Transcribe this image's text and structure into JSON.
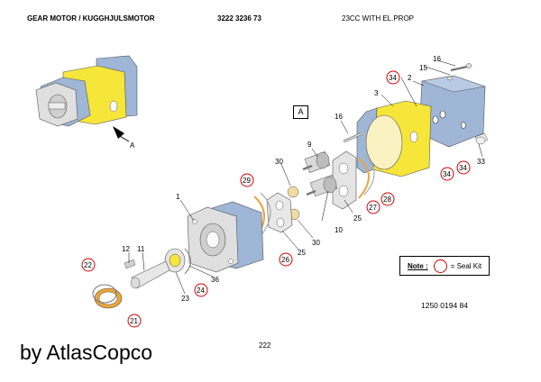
{
  "header": {
    "title": "GEAR MOTOR / KUGGHJULSMOTOR",
    "part_number": "3222 3236 73",
    "description": "23CC WITH EL.PROP"
  },
  "view_label": "A",
  "overview_arrow_label": "A",
  "callouts": {
    "c1": "1",
    "c2": "2",
    "c3": "3",
    "c9": "9",
    "c10": "10",
    "c11": "11",
    "c12": "12",
    "c15": "15",
    "c16a": "16",
    "c16b": "16",
    "c21": "21",
    "c22": "22",
    "c23": "23",
    "c24": "24",
    "c25a": "25",
    "c25b": "25",
    "c26": "26",
    "c27": "27",
    "c28": "28",
    "c29": "29",
    "c30a": "30",
    "c30b": "30",
    "c33": "33",
    "c34a": "34",
    "c34b": "34",
    "c34c": "34",
    "c36": "36"
  },
  "note": {
    "label": "Note :",
    "text": "= Seal Kit"
  },
  "document_number": "1250 0194 84",
  "page_number": "222",
  "brand": "by AtlasCopco",
  "colors": {
    "housing_blue": "#9fb6d6",
    "gear_yellow": "#f6e63a",
    "metal_grey": "#d9d9d9",
    "bushing_tan": "#f1dca0",
    "seal_orange": "#e9a43a",
    "seal_ring_red": "#d40000"
  }
}
